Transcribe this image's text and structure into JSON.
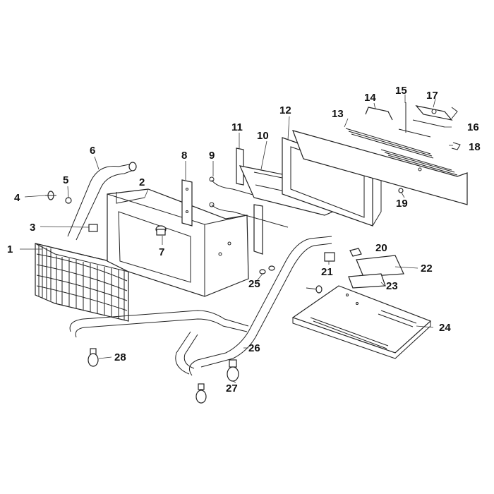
{
  "callouts": [
    {
      "label": "1"
    },
    {
      "label": "2"
    },
    {
      "label": "3"
    },
    {
      "label": "4"
    },
    {
      "label": "5"
    },
    {
      "label": "6"
    },
    {
      "label": "7"
    },
    {
      "label": "8"
    },
    {
      "label": "9"
    },
    {
      "label": "10"
    },
    {
      "label": "11"
    },
    {
      "label": "12"
    },
    {
      "label": "13"
    },
    {
      "label": "14"
    },
    {
      "label": "15"
    },
    {
      "label": "16"
    },
    {
      "label": "17"
    },
    {
      "label": "18"
    },
    {
      "label": "19"
    },
    {
      "label": "20"
    },
    {
      "label": "21"
    },
    {
      "label": "22"
    },
    {
      "label": "23"
    },
    {
      "label": "24"
    },
    {
      "label": "25"
    },
    {
      "label": "26"
    },
    {
      "label": "27"
    },
    {
      "label": "28"
    }
  ]
}
